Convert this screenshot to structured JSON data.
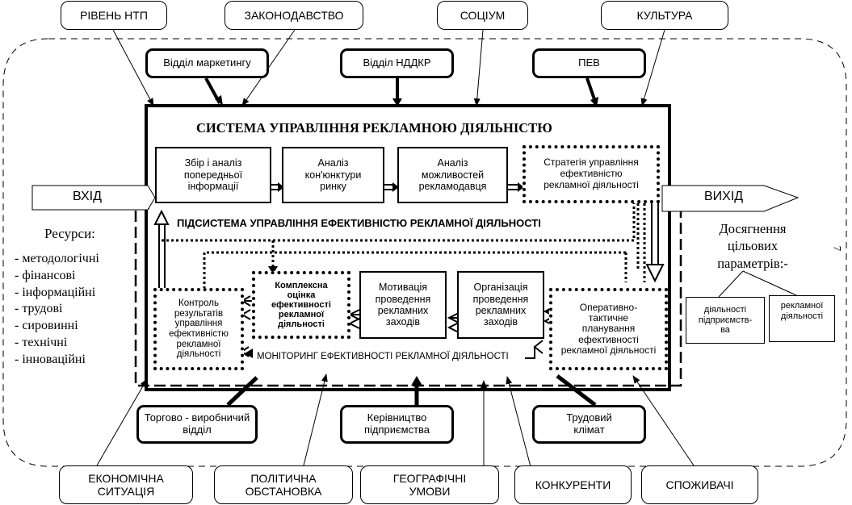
{
  "system_title": "СИСТЕМА УПРАВЛІННЯ РЕКЛАМНОЮ ДІЯЛЬНІСТЮ",
  "subsystem_title": "ПІДСИСТЕМА УПРАВЛІННЯ ЕФЕКТИВНІСТЮ РЕКЛАМНОЇ ДІЯЛЬНОСТІ",
  "monitoring_label": "МОНІТОРИНГ ЕФЕКТИВНОСТІ РЕКЛАМНОЇ ДІЯЛЬНОСТІ",
  "top_env": [
    "РІВЕНЬ НТП",
    "ЗАКОНОДАВСТВО",
    "СОЦІУМ",
    "КУЛЬТУРА"
  ],
  "top_depts": [
    "Відділ маркетингу",
    "Відділ НДДКР",
    "ПЕВ"
  ],
  "bottom_depts": [
    "Торгово - виробничий\nвідділ",
    "Керівництво\nпідприємства",
    "Трудовий\nклімат"
  ],
  "bottom_env": [
    "ЕКОНОМІЧНА\nСИТУАЦІЯ",
    "ПОЛІТИЧНА\nОБСТАНОВКА",
    "ГЕОГРАФІЧНІ\nУМОВИ",
    "КОНКУРЕНТИ",
    "СПОЖИВАЧІ"
  ],
  "row1": [
    "Збір і аналіз\nпопередньої\nінформації",
    "Аналіз\nкон'юнктури\nринку",
    "Аналіз\nможливостей\nрекламодавця",
    "Стратегія управління\nефективністю\nрекламної діяльності"
  ],
  "row2": {
    "control": "Контроль\nрезультатів\nуправління\nефективністю\nрекламної\nдіяльності",
    "assessment": "Комплексна\nоцінка\nефективності\nрекламної\nдіяльності",
    "motivation": "Мотивація\nпроведення\nрекламних\nзаходів",
    "organization": "Організація\nпроведення\nрекламних\nзаходів",
    "operative": "Оперативно-\nтактичне\nпланування\nефективності\nрекламної діяльності"
  },
  "input_label": "ВХІД",
  "output_label": "ВИХІД",
  "resources_title": "Ресурси:",
  "resources": [
    "- методологічні",
    "- фінансові",
    "- інформаційні",
    "- трудові",
    "- сировинні",
    "- технічні",
    "- інноваційні"
  ],
  "goals_title": "Досягнення\nцільових\nпараметрів:-",
  "goal_boxes": [
    "діяльності\nпідприємств-\nва",
    "рекламної\nдіяльності"
  ],
  "side_mark": "7"
}
